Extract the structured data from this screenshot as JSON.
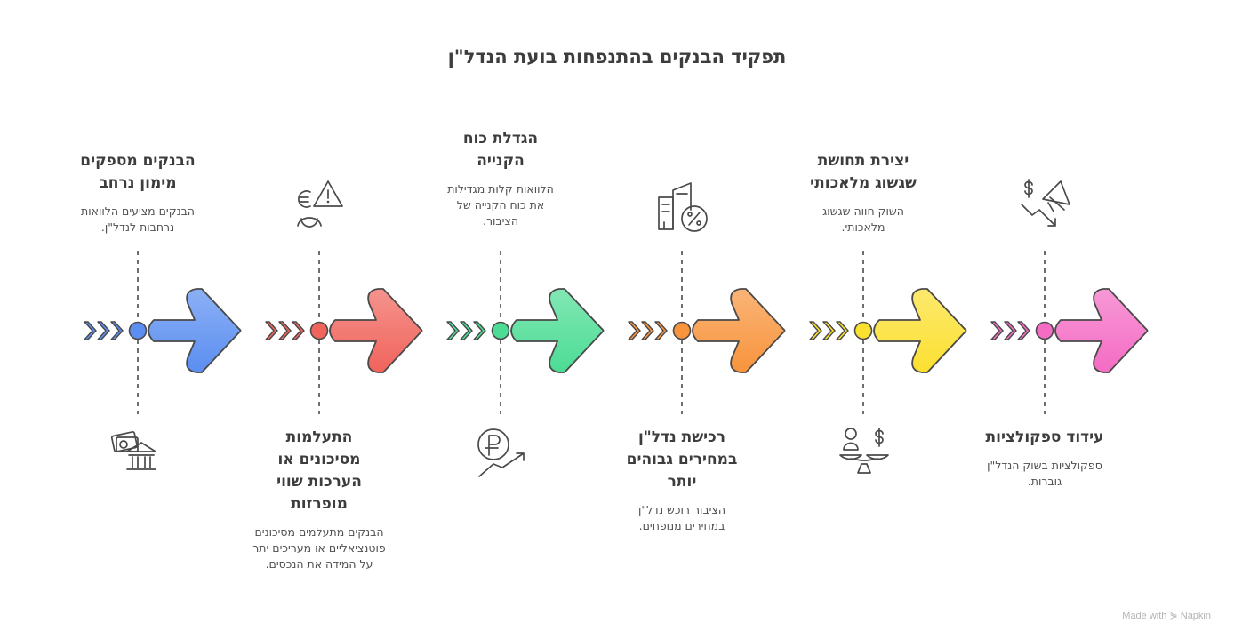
{
  "title": "תפקיד הבנקים בהתנפחות בועת הנדל\"ן",
  "steps": [
    {
      "heading": "הבנקים מספקים מימון נרחב",
      "desc": "הבנקים מציעים הלוואות נרחבות לנדל\"ן.",
      "icon": "bank-money-icon",
      "color": "#5b8ef0",
      "text_pos": "top"
    },
    {
      "heading": "התעלמות מסיכונים או הערכות שווי מופרזות",
      "desc": "הבנקים מתעלמים מסיכונים פוטנציאליים או מעריכים יתר על המידה את הנכסים.",
      "icon": "person-euro-warning-icon",
      "color": "#f0645c",
      "text_pos": "bottom"
    },
    {
      "heading": "הגדלת כוח הקנייה",
      "desc": "הלוואות קלות מגדילות את כוח הקנייה של הציבור.",
      "icon": "currency-growth-icon",
      "color": "#4cdc94",
      "text_pos": "top"
    },
    {
      "heading": "רכישת נדל\"ן במחירים גבוהים יותר",
      "desc": "הציבור רוכש נדל\"ן במחירים מנופחים.",
      "icon": "buildings-percent-icon",
      "color": "#f8943c",
      "text_pos": "bottom"
    },
    {
      "heading": "יצירת תחושת שגשוג מלאכותי",
      "desc": "השוק חווה שגשוג מלאכותי.",
      "icon": "person-scale-dollar-icon",
      "color": "#fce030",
      "text_pos": "top"
    },
    {
      "heading": "עידוד ספקולציות",
      "desc": "ספקולציות בשוק הנדל\"ן גוברות.",
      "icon": "dollar-trend-megaphone-icon",
      "color": "#f46cc4",
      "text_pos": "bottom"
    }
  ],
  "footer": "Made with ⋟ Napkin"
}
